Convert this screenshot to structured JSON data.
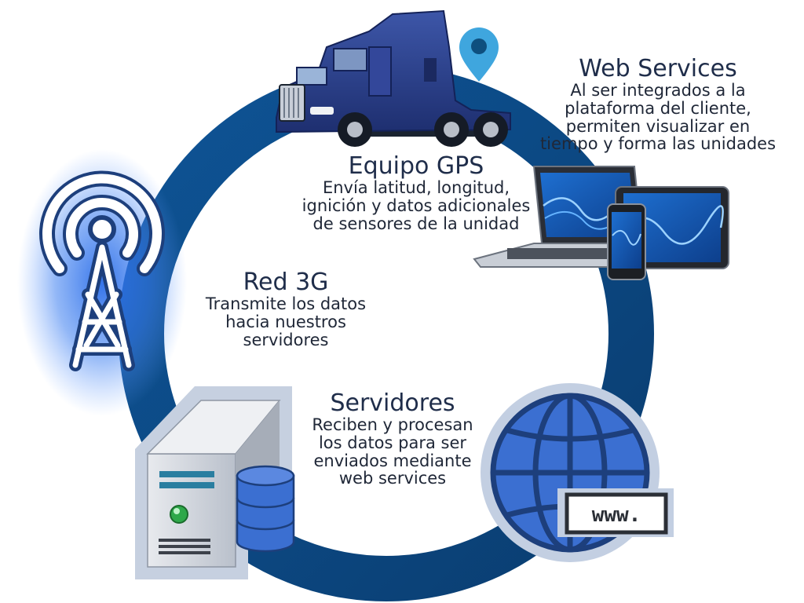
{
  "diagram": {
    "colors": {
      "ring": "#0d4c86",
      "ring_dark": "#0a3b6b",
      "accent": "#3b6fd1",
      "glow": "#2b6de8",
      "icon_outline": "#1d3f7c",
      "pin": "#3fa6de"
    },
    "nodes": {
      "gps": {
        "title": "Equipo GPS",
        "lines": [
          "Envía latitud, longitud,",
          "ignición y datos adicionales",
          "de sensores de la unidad"
        ],
        "icon": "truck-icon",
        "marker": "location-pin-icon"
      },
      "web": {
        "title": "Web Services",
        "lines": [
          "Al ser integrados a la",
          "plataforma del cliente,",
          "permiten visualizar en",
          "tiempo y forma las unidades"
        ],
        "icon": "devices-icon"
      },
      "red": {
        "title": "Red 3G",
        "lines": [
          "Transmite los datos",
          "hacia nuestros",
          "servidores"
        ],
        "icon": "antenna-tower-icon"
      },
      "srv": {
        "title": "Servidores",
        "lines": [
          "Reciben y procesan",
          "los datos para ser",
          "enviados mediante",
          "web services"
        ],
        "icon": "server-database-icon"
      },
      "globe": {
        "icon": "globe-www-icon",
        "badge": "www."
      }
    }
  }
}
